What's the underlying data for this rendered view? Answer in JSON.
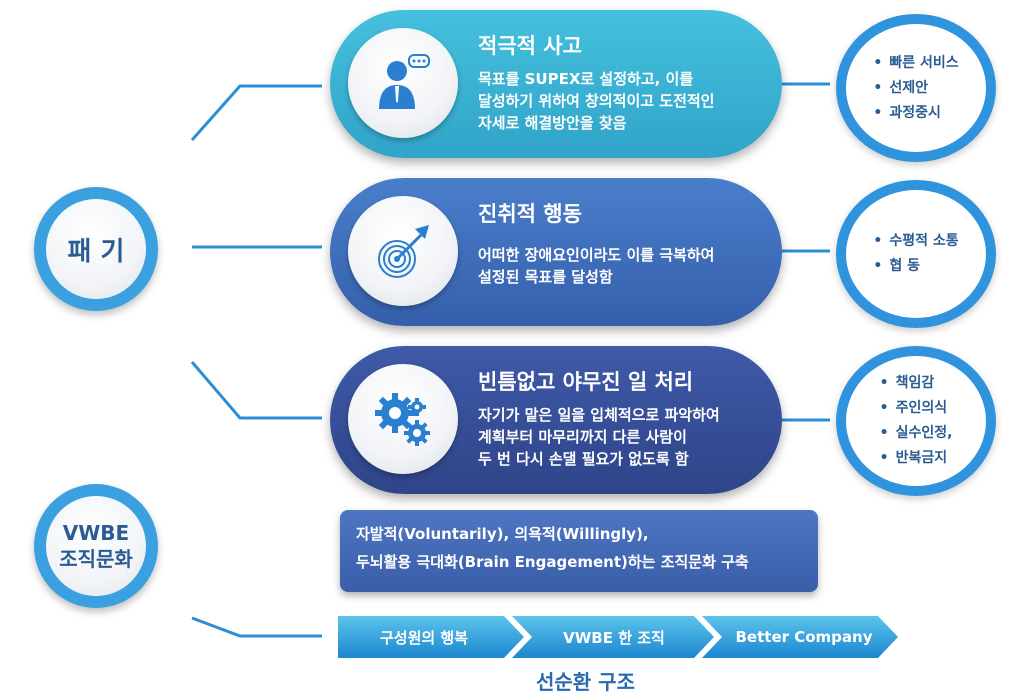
{
  "left_circles": {
    "paegi": "패 기",
    "vwbe_line1": "VWBE",
    "vwbe_line2": "조직문화"
  },
  "pills": [
    {
      "icon": "person-speech-icon",
      "title": "적극적 사고",
      "desc": [
        "목표를 SUPEX로 설정하고, 이를",
        "달성하기 위하여 창의적이고 도전적인",
        "자세로 해결방안을 찾음"
      ],
      "color": "#3fb6d6"
    },
    {
      "icon": "target-arrow-icon",
      "title": "진취적 행동",
      "desc": [
        "어떠한 장애요인이라도 이를 극복하여",
        "설정된 목표를 달성함"
      ],
      "color": "#3e70bf"
    },
    {
      "icon": "gears-icon",
      "title": "빈틈없고 야무진 일 처리",
      "desc": [
        "자기가 맡은 일을 입체적으로 파악하여",
        "계획부터 마무리까지 다른 사람이",
        "두 번 다시 손댈 필요가 없도록 함"
      ],
      "color": "#39509b"
    }
  ],
  "bullets": [
    [
      "빠른 서비스",
      "선제안",
      "과정중시"
    ],
    [
      "수평적 소통",
      "협 동"
    ],
    [
      "책임감",
      "주인의식",
      "실수인정,",
      "반복금지"
    ]
  ],
  "vwbe_box": {
    "line1": "자발적(Voluntarily), 의욕적(Willingly),",
    "line2": "두뇌활용 극대화(Brain Engagement)하는 조직문화 구축"
  },
  "arrows": [
    "구성원의 행복",
    "VWBE 한 조직",
    "Better Company"
  ],
  "footer": "선순환 구조"
}
